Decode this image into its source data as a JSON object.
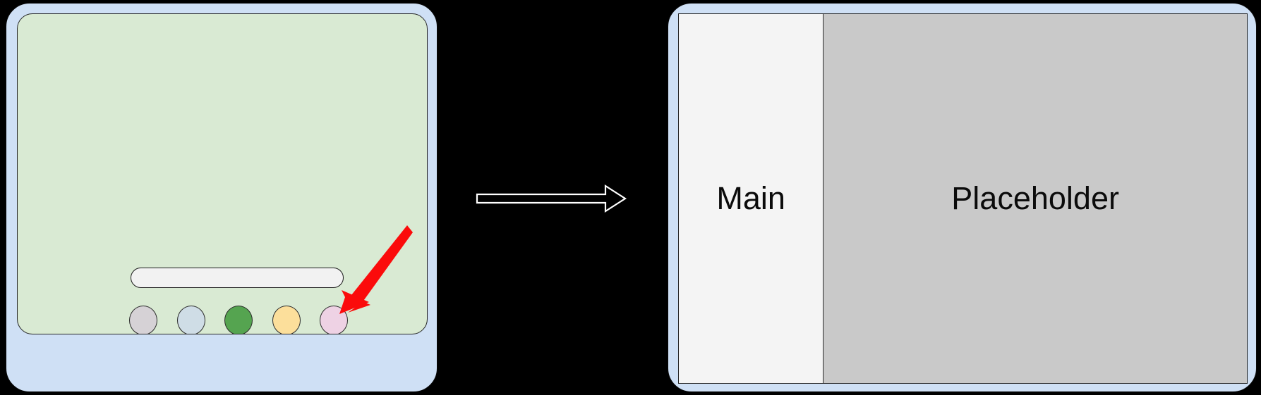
{
  "scene": {
    "background_color": "#000000",
    "description": "Before and after tablet screenshots connected by a flow arrow"
  },
  "before_device": {
    "name": "tablet-before",
    "frame_color": "#cfe0f5",
    "screen_color": "#d9ead3",
    "search_field": {
      "value": "",
      "placeholder": "",
      "fill_color": "#f2f2f2"
    },
    "dock": {
      "items": [
        {
          "name": "dock-app-1",
          "label": "",
          "color": "#d6d2d6"
        },
        {
          "name": "dock-app-2",
          "label": "",
          "color": "#cfdde6"
        },
        {
          "name": "dock-app-3",
          "label": "",
          "color": "#55a450"
        },
        {
          "name": "dock-app-4",
          "label": "",
          "color": "#fcdf9b"
        },
        {
          "name": "dock-app-5",
          "label": "",
          "color": "#eed2e4"
        }
      ]
    },
    "home_indicator": {
      "color": "#6e6e6e"
    },
    "pointer": {
      "name": "red-arrow-annotation",
      "color": "#fb0b0b",
      "target": "dock-app-5"
    }
  },
  "flow": {
    "arrow_name": "transition-arrow",
    "arrow_color": "#ffffff",
    "direction": "right"
  },
  "after_device": {
    "name": "tablet-after",
    "frame_color": "#cfe0f5",
    "split_view": {
      "panes": [
        {
          "name": "pane-main",
          "label": "Main",
          "color": "#f4f4f4"
        },
        {
          "name": "pane-placeholder",
          "label": "Placeholder",
          "color": "#c9c9c9"
        }
      ]
    }
  }
}
